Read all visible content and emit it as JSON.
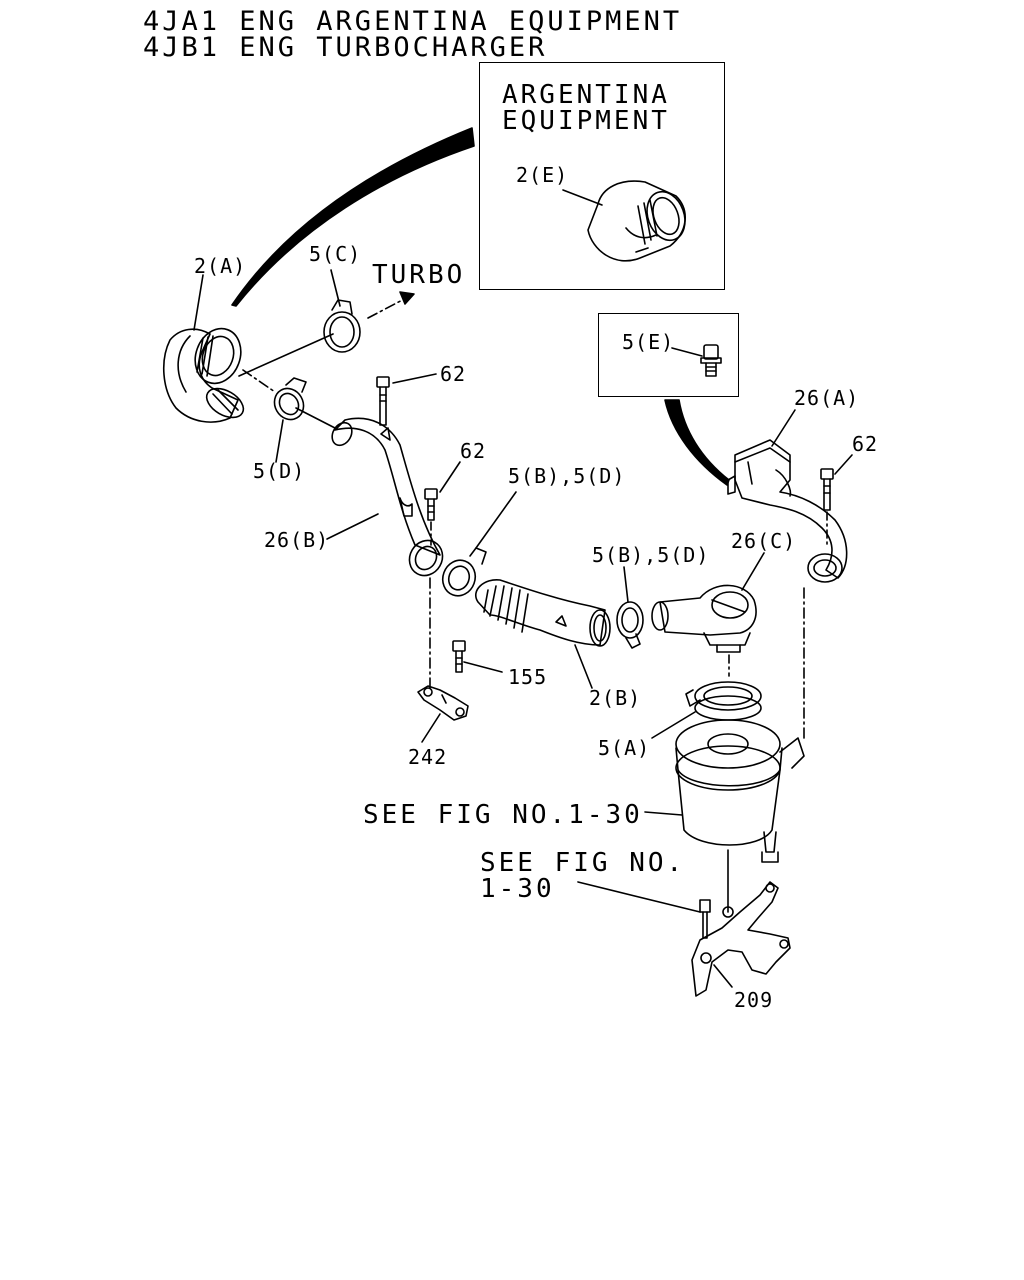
{
  "header": {
    "line1": "4JA1 ENG ARGENTINA EQUIPMENT",
    "line2": "4JB1 ENG TURBOCHARGER"
  },
  "inset_argentina": {
    "title_line1": "ARGENTINA",
    "title_line2": "EQUIPMENT",
    "part_label": "2(E)"
  },
  "inset_bolt": {
    "part_label": "5(E)"
  },
  "labels": {
    "turbo": "TURBO",
    "p2a": "2(A)",
    "p5c": "5(C)",
    "p62a": "62",
    "p62b": "62",
    "p62c": "62",
    "p5d": "5(D)",
    "p26b": "26(B)",
    "p5b5d_1": "5(B),5(D)",
    "p5b5d_2": "5(B),5(D)",
    "p26c": "26(C)",
    "p26a": "26(A)",
    "p155": "155",
    "p2b": "2(B)",
    "p242": "242",
    "p5a": "5(A)",
    "see_fig_1": "SEE FIG NO.1-30",
    "see_fig_2_line1": "SEE FIG NO.",
    "see_fig_2_line2": "1-30",
    "p209": "209"
  }
}
